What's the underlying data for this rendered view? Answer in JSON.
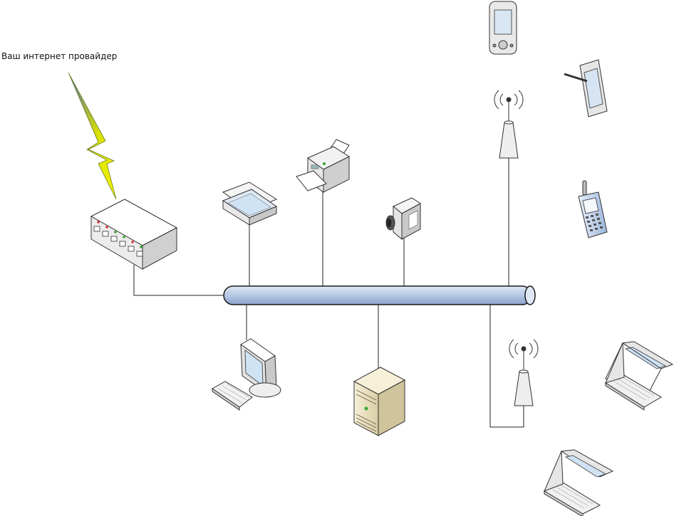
{
  "isp_label": "Ваш интернет провайдер",
  "colors": {
    "bus": "#b5c7e3",
    "bus_stroke": "#1a1a1a",
    "bolt": "#f0f000",
    "bolt_dark": "#4a6bb0",
    "device_fill": "#f2f2f2",
    "screen": "#cfe3f5",
    "server_fill": "#efe6c8",
    "phone_fill": "#b8cde8"
  },
  "devices": [
    {
      "id": "router",
      "icon": "router-icon"
    },
    {
      "id": "scanner",
      "icon": "scanner-icon"
    },
    {
      "id": "printer",
      "icon": "printer-icon"
    },
    {
      "id": "camcorder",
      "icon": "camcorder-icon"
    },
    {
      "id": "antenna-top",
      "icon": "wireless-antenna-icon"
    },
    {
      "id": "antenna-bottom",
      "icon": "wireless-antenna-icon"
    },
    {
      "id": "pda",
      "icon": "pda-icon"
    },
    {
      "id": "tablet",
      "icon": "tablet-icon"
    },
    {
      "id": "cell-phone",
      "icon": "cell-phone-icon"
    },
    {
      "id": "desktop-pc",
      "icon": "desktop-pc-icon"
    },
    {
      "id": "server",
      "icon": "server-icon"
    },
    {
      "id": "laptop-1",
      "icon": "laptop-icon"
    },
    {
      "id": "laptop-2",
      "icon": "laptop-icon"
    }
  ]
}
